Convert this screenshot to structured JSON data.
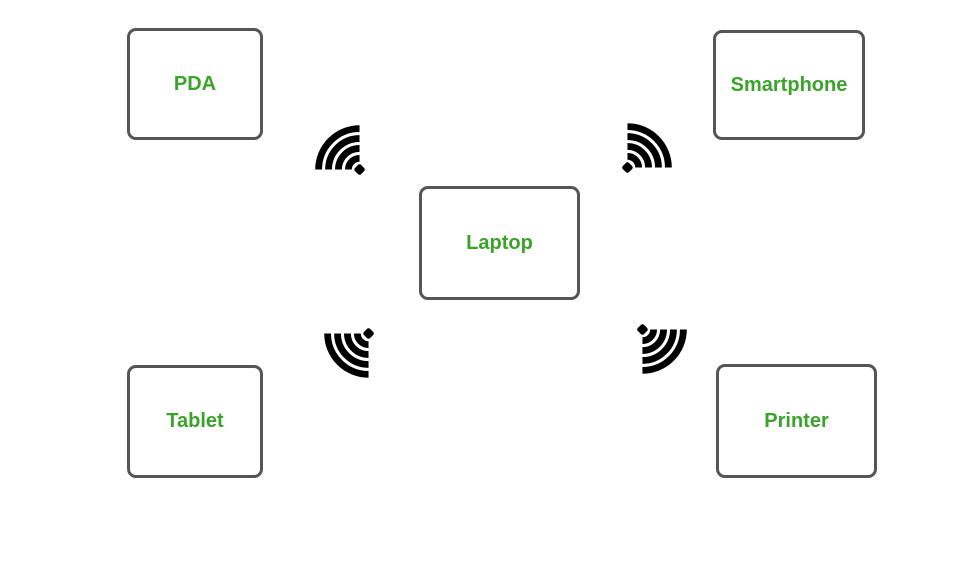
{
  "diagram": {
    "type": "wireless-network-diagram",
    "background_color": "#ffffff",
    "node_border_color": "#555555",
    "node_fill_color": "#ffffff",
    "label_color": "#3BA32B",
    "icon_color": "#000000",
    "nodes": [
      {
        "id": "pda",
        "label": "PDA"
      },
      {
        "id": "smartphone",
        "label": "Smartphone"
      },
      {
        "id": "laptop",
        "label": "Laptop"
      },
      {
        "id": "tablet",
        "label": "Tablet"
      },
      {
        "id": "printer",
        "label": "Printer"
      }
    ],
    "icons": [
      {
        "name": "wifi-signal-icon",
        "direction": "up-left",
        "between": [
          "laptop",
          "pda"
        ]
      },
      {
        "name": "wifi-signal-icon",
        "direction": "up-right",
        "between": [
          "laptop",
          "smartphone"
        ]
      },
      {
        "name": "wifi-signal-icon",
        "direction": "down-left",
        "between": [
          "laptop",
          "tablet"
        ]
      },
      {
        "name": "wifi-signal-icon",
        "direction": "down-right",
        "between": [
          "laptop",
          "printer"
        ]
      }
    ]
  }
}
